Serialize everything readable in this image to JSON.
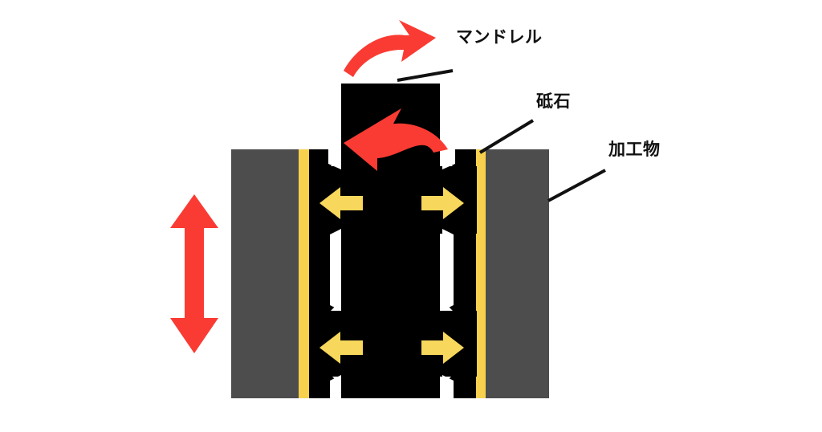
{
  "diagram": {
    "title": "ホーニング加工模式図",
    "background_color": "#ffffff",
    "colors": {
      "mandrel_body": "#000000",
      "workpiece_gray": "#4d4d4d",
      "grindstone_yellow": "#f7d14e",
      "motion_arrow_red": "#fa3b33",
      "feed_arrow_yellow": "#f7d75c",
      "callout_line": "#111111",
      "label_text": "#111111"
    },
    "labels": [
      {
        "id": "mandrel",
        "text": "マンドレル",
        "leader_from": [
          564,
          88
        ],
        "leader_to": [
          495,
          100
        ]
      },
      {
        "id": "grindstone",
        "text": "砥石",
        "leader_from": [
          664,
          150
        ],
        "leader_to": [
          598,
          190
        ]
      },
      {
        "id": "workpiece",
        "text": "加工物",
        "leader_from": [
          754,
          212
        ],
        "leader_to": [
          683,
          250
        ]
      }
    ],
    "motion_arrows": [
      {
        "id": "rotation-top",
        "name": "rotation-arrow-clockwise",
        "color": "#fa3b33",
        "description": "回転方向 (右向き)"
      },
      {
        "id": "rotation-inner",
        "name": "rotation-arrow-counterclockwise",
        "color": "#fa3b33",
        "description": "回転方向 (左向き)"
      },
      {
        "id": "reciprocation",
        "name": "vertical-double-arrow",
        "color": "#fa3b33",
        "description": "上下往復運動"
      }
    ],
    "feed_arrows": [
      {
        "id": "feed-upper-left",
        "direction": "left",
        "color": "#f7d75c"
      },
      {
        "id": "feed-upper-right",
        "direction": "right",
        "color": "#f7d75c"
      },
      {
        "id": "feed-lower-left",
        "direction": "left",
        "color": "#f7d75c"
      },
      {
        "id": "feed-lower-right",
        "direction": "right",
        "color": "#f7d75c"
      }
    ],
    "parts": [
      {
        "id": "workpiece-left",
        "name": "加工物 (左)",
        "color": "#4d4d4d"
      },
      {
        "id": "workpiece-right",
        "name": "加工物 (右)",
        "color": "#4d4d4d"
      },
      {
        "id": "grindstone-left",
        "name": "砥石 (左)",
        "color": "#f7d14e"
      },
      {
        "id": "grindstone-right",
        "name": "砥石 (右)",
        "color": "#f7d14e"
      },
      {
        "id": "mandrel-shaft",
        "name": "マンドレル軸",
        "color": "#000000"
      },
      {
        "id": "mandrel-body",
        "name": "マンドレル本体",
        "color": "#000000"
      }
    ]
  }
}
